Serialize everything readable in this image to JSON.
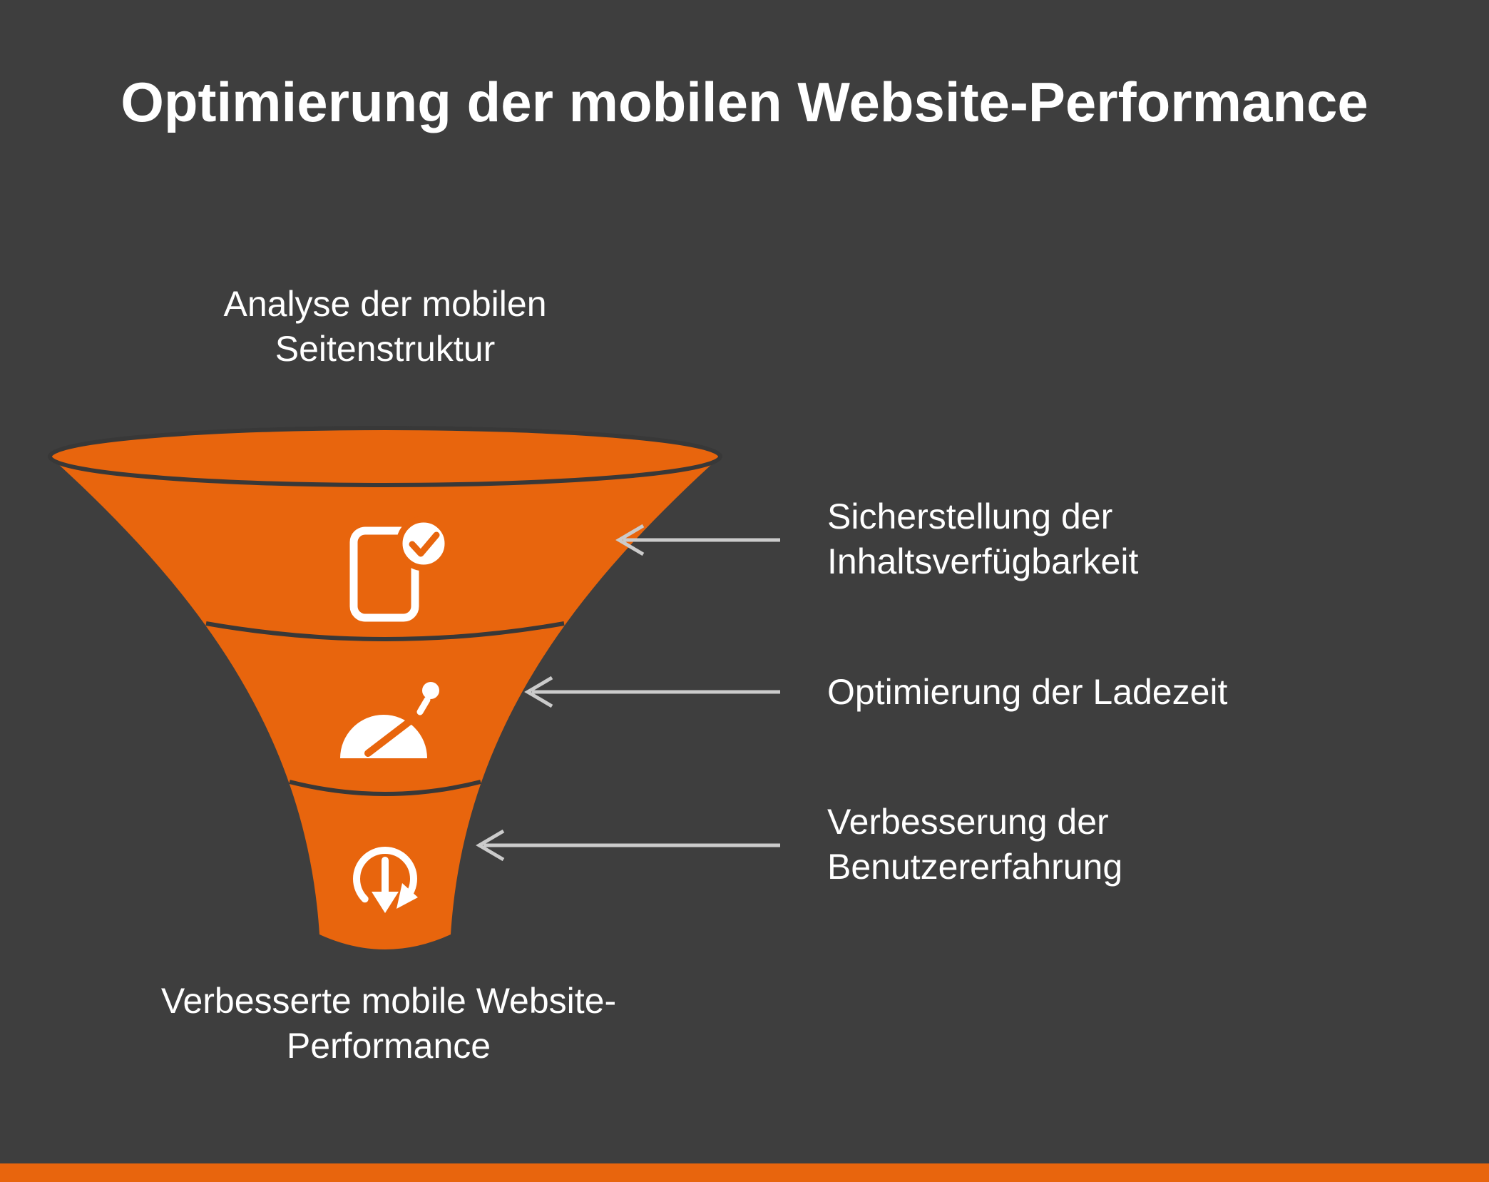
{
  "title": "Optimierung der mobilen Website-Performance",
  "colors": {
    "background": "#3E3E3E",
    "funnel_orange": "#E8650D",
    "text_white": "#FFFFFF",
    "arrow_gray": "#CBCBCB",
    "outline_dark": "#383838"
  },
  "funnel": {
    "input_label": "Analyse der mobilen\nSeitenstruktur",
    "output_label": "Verbesserte mobile Website-\nPerformance",
    "stages": [
      {
        "icon": "phone-check-icon",
        "label": "Sicherstellung der\nInhaltsverfügbarkeit"
      },
      {
        "icon": "speedometer-icon",
        "label": "Optimierung der Ladezeit"
      },
      {
        "icon": "tap-click-icon",
        "label": "Verbesserung der\nBenutzererfahrung"
      }
    ]
  }
}
